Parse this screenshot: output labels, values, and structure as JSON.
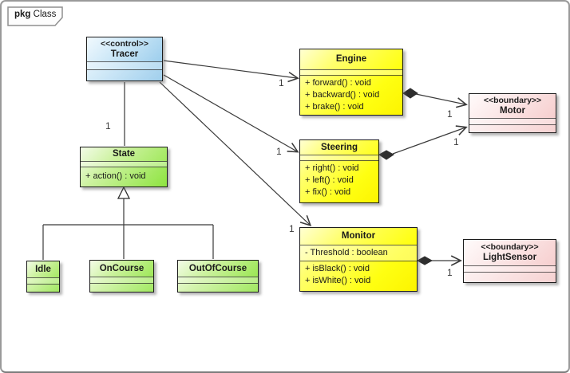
{
  "frame": {
    "keyword": "pkg",
    "name": "Class"
  },
  "classes": {
    "tracer": {
      "stereotype": "<<control>>",
      "name": "Tracer"
    },
    "engine": {
      "name": "Engine",
      "operations": [
        "+ forward() : void",
        "+ backward() : void",
        "+ brake() : void"
      ]
    },
    "motor": {
      "stereotype": "<<boundary>>",
      "name": "Motor"
    },
    "state": {
      "name": "State",
      "operations": [
        "+ action() : void"
      ]
    },
    "steering": {
      "name": "Steering",
      "operations": [
        "+ right() : void",
        "+ left() : void",
        "+ fix() : void"
      ]
    },
    "monitor": {
      "name": "Monitor",
      "attributes": [
        "- Threshold : boolean"
      ],
      "operations": [
        "+ isBlack() : void",
        "+ isWhite() : void"
      ]
    },
    "lightsensor": {
      "stereotype": "<<boundary>>",
      "name": "LightSensor"
    },
    "idle": {
      "name": "Idle"
    },
    "oncourse": {
      "name": "OnCourse"
    },
    "outofcourse": {
      "name": "OutOfCourse"
    }
  },
  "relations": {
    "tracer_state": {
      "multiplicity": "1"
    },
    "tracer_engine": {
      "multiplicity": "1"
    },
    "tracer_steering": {
      "multiplicity": "1"
    },
    "tracer_monitor": {
      "multiplicity": "1"
    },
    "engine_motor": {
      "multiplicity": "1"
    },
    "steering_motor": {
      "multiplicity": "1"
    },
    "monitor_lightsensor": {
      "multiplicity": "1"
    }
  },
  "colors": {
    "control_blue": "#8cc5e9",
    "class_yellow": "#ffff12",
    "state_green": "#8ee440",
    "boundary_pink": "#f5c8c8",
    "box_border": "#1c1c1c",
    "line": "#3a3a3a"
  }
}
